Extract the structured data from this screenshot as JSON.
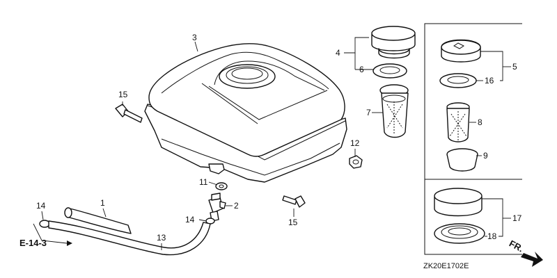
{
  "callouts": {
    "c1": "1",
    "c2": "2",
    "c3": "3",
    "c4": "4",
    "c5": "5",
    "c6": "6",
    "c7": "7",
    "c8": "8",
    "c9": "9",
    "c11": "11",
    "c12": "12",
    "c13": "13",
    "c14a": "14",
    "c14b": "14",
    "c15a": "15",
    "c15b": "15",
    "c16": "16",
    "c17": "17",
    "c18": "18"
  },
  "reference": "E-14-3",
  "direction": "FR.",
  "diagram_code": "ZK20E1702E"
}
